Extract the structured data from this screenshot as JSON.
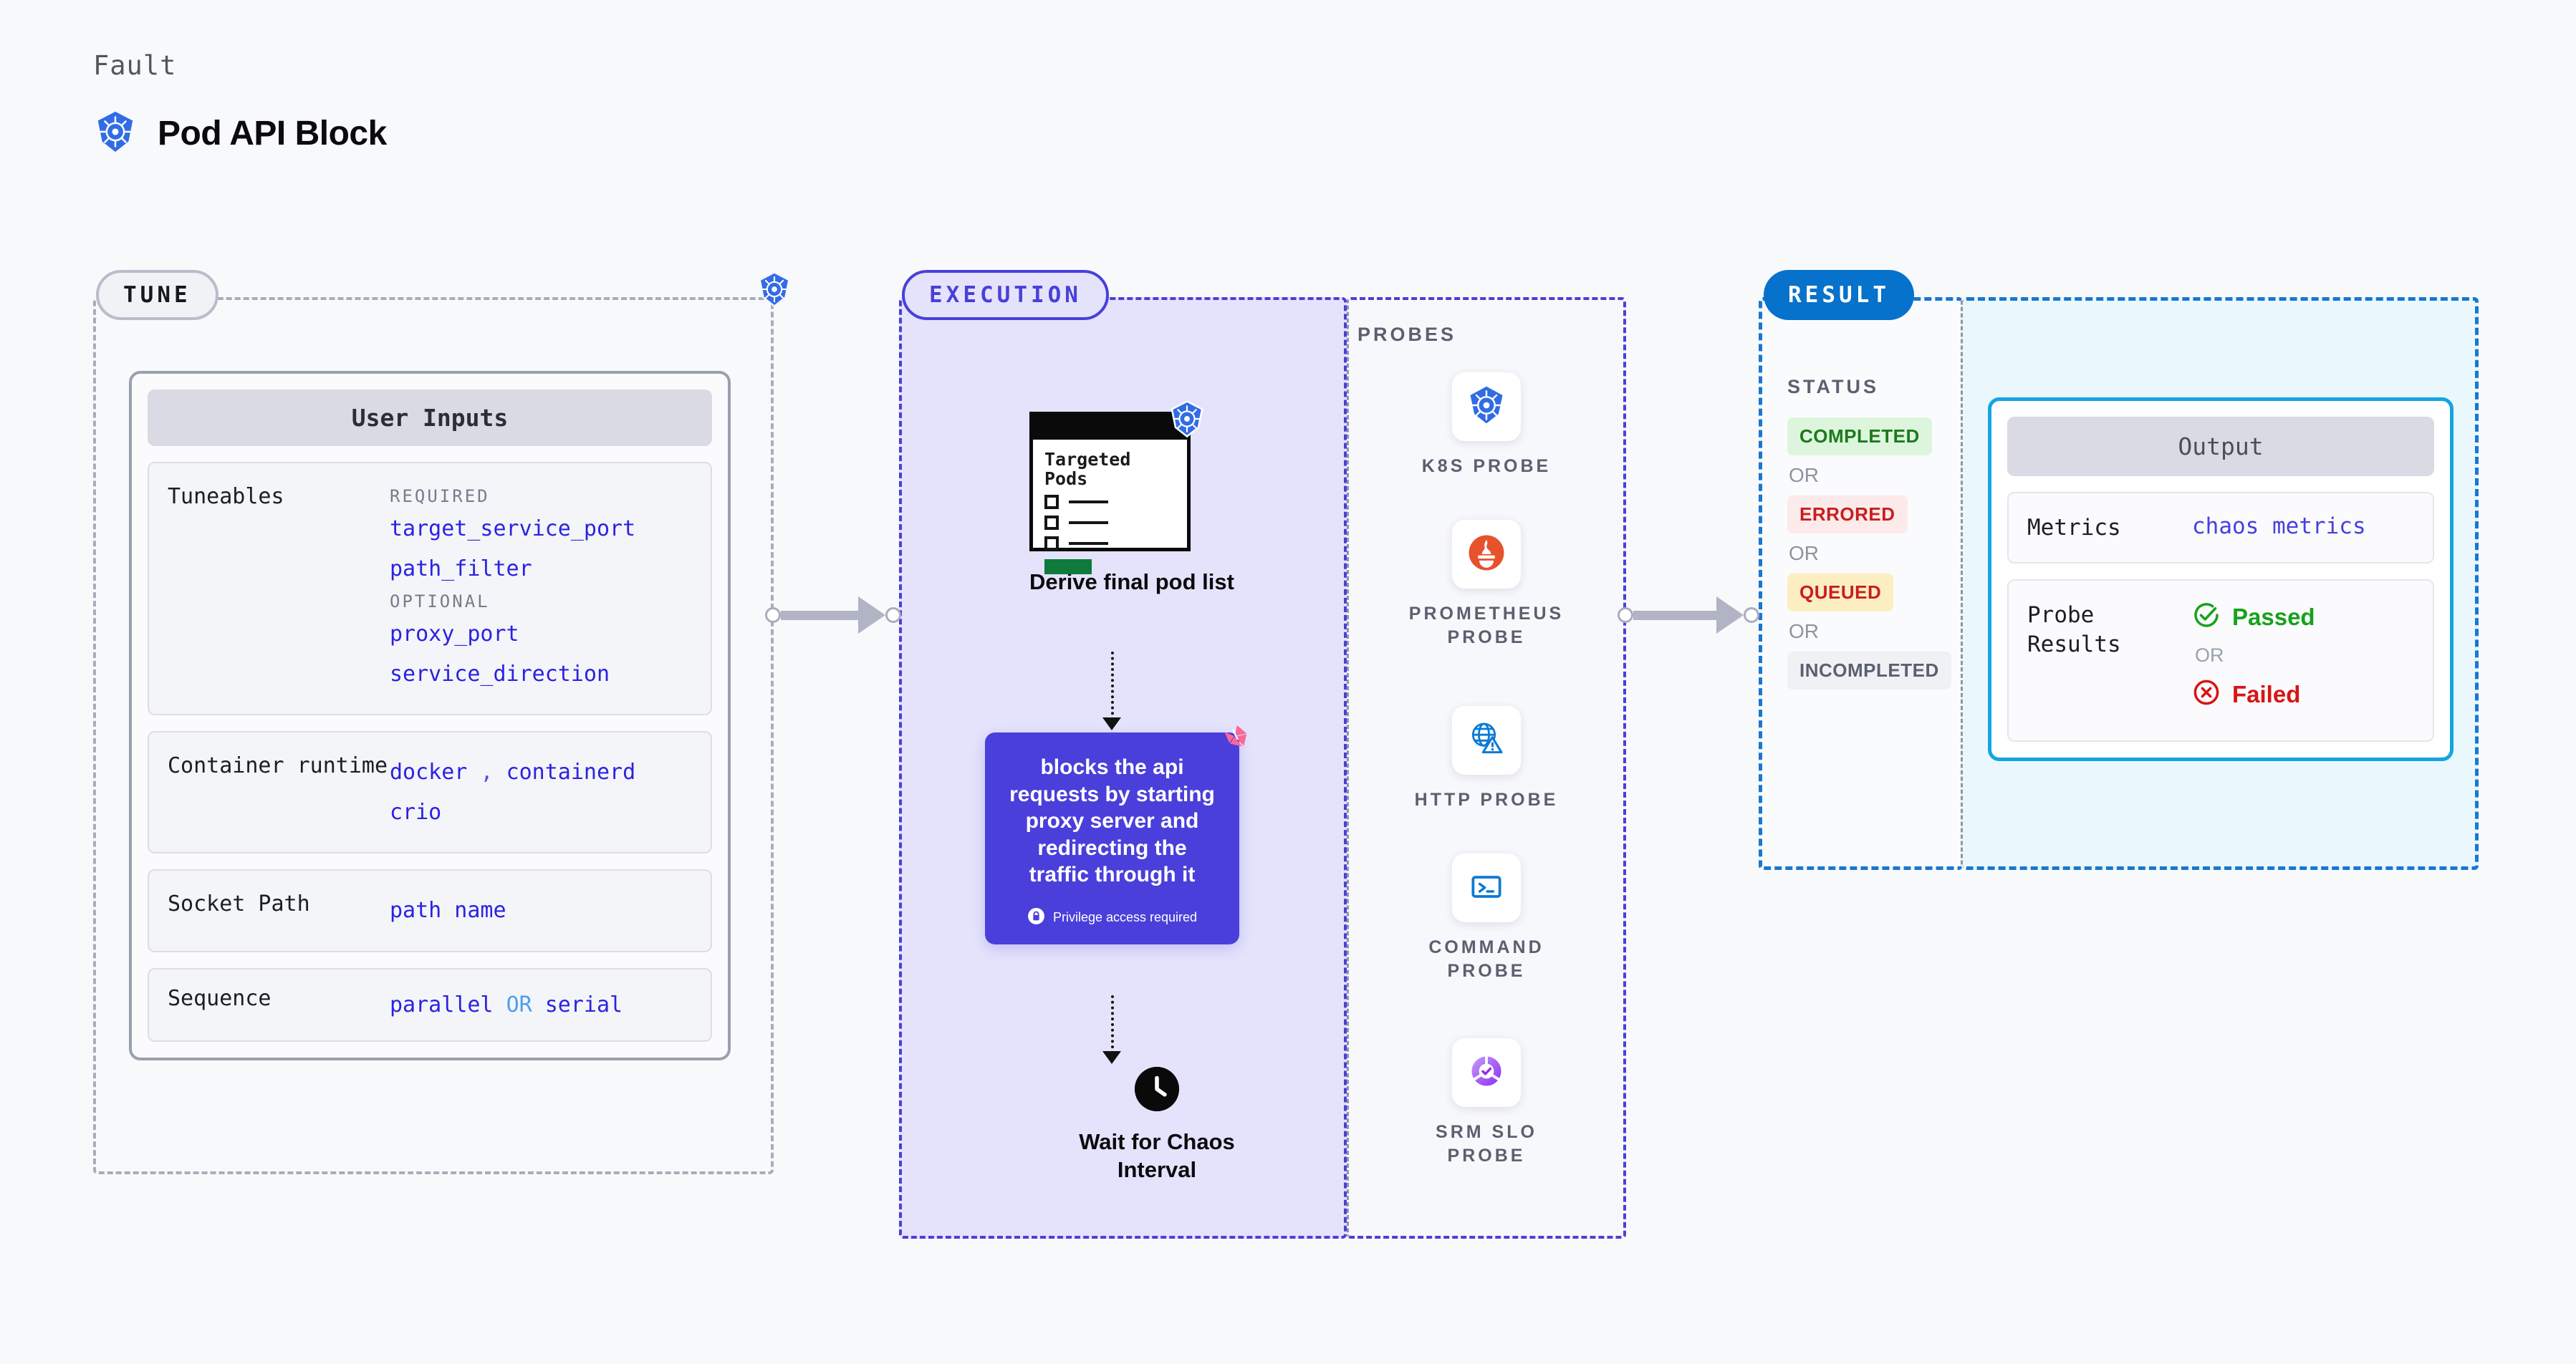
{
  "header": {
    "eyebrow": "Fault",
    "title": "Pod API Block",
    "icon": "kubernetes-icon"
  },
  "stages": {
    "tune": {
      "badge": "TUNE"
    },
    "execution": {
      "badge": "EXECUTION"
    },
    "result": {
      "badge": "RESULT"
    }
  },
  "tune": {
    "card_title": "User Inputs",
    "rows": [
      {
        "label": "Tuneables",
        "groups": [
          {
            "caption": "REQUIRED",
            "values": [
              "target_service_port",
              "path_filter"
            ]
          },
          {
            "caption": "OPTIONAL",
            "values": [
              "proxy_port",
              "service_direction"
            ]
          }
        ]
      },
      {
        "label": "Container runtime",
        "line1_a": "docker",
        "line1_sep": ",",
        "line1_b": "containerd",
        "line2": "crio"
      },
      {
        "label": "Socket Path",
        "value": "path name"
      },
      {
        "label": "Sequence",
        "value_a": "parallel",
        "or": "OR",
        "value_b": "serial"
      }
    ]
  },
  "execution": {
    "pods_node": {
      "heading_line1": "Targeted",
      "heading_line2": "Pods",
      "caption": "Derive final pod list",
      "badge_icon": "kubernetes-icon"
    },
    "chaos_card": {
      "text": "blocks the api requests by starting proxy server and redirecting the traffic through it",
      "privilege_note": "Privilege access required",
      "privilege_icon": "lock-icon",
      "corner_icon": "harness-icon",
      "color": "#4a3fda"
    },
    "wait_node": {
      "icon": "clock-icon",
      "caption_line1": "Wait for Chaos",
      "caption_line2": "Interval"
    }
  },
  "probes": {
    "title": "PROBES",
    "items": [
      {
        "label_line1": "K8S PROBE",
        "label_line2": "",
        "icon": "kubernetes-icon"
      },
      {
        "label_line1": "PROMETHEUS",
        "label_line2": "PROBE",
        "icon": "prometheus-icon"
      },
      {
        "label_line1": "HTTP PROBE",
        "label_line2": "",
        "icon": "http-globe-warning-icon"
      },
      {
        "label_line1": "COMMAND",
        "label_line2": "PROBE",
        "icon": "terminal-icon"
      },
      {
        "label_line1": "SRM SLO",
        "label_line2": "PROBE",
        "icon": "srm-slo-icon"
      }
    ]
  },
  "result": {
    "status_title": "STATUS",
    "or_label": "OR",
    "statuses": [
      {
        "label": "COMPLETED",
        "bg": "#ddf5dd",
        "fg": "#1b7a1b"
      },
      {
        "label": "ERRORED",
        "bg": "#fdeaea",
        "fg": "#c81e1e"
      },
      {
        "label": "QUEUED",
        "bg": "#fdeec2",
        "fg": "#c81e1e"
      },
      {
        "label": "INCOMPLETED",
        "bg": "#f0f1f5",
        "fg": "#5b6070"
      }
    ],
    "output": {
      "title": "Output",
      "metrics_label": "Metrics",
      "metrics_value": "chaos metrics",
      "probe_results_label": "Probe Results",
      "passed": "Passed",
      "failed": "Failed",
      "or_label": "OR",
      "passed_color": "#17a11c",
      "failed_color": "#d81414"
    }
  }
}
